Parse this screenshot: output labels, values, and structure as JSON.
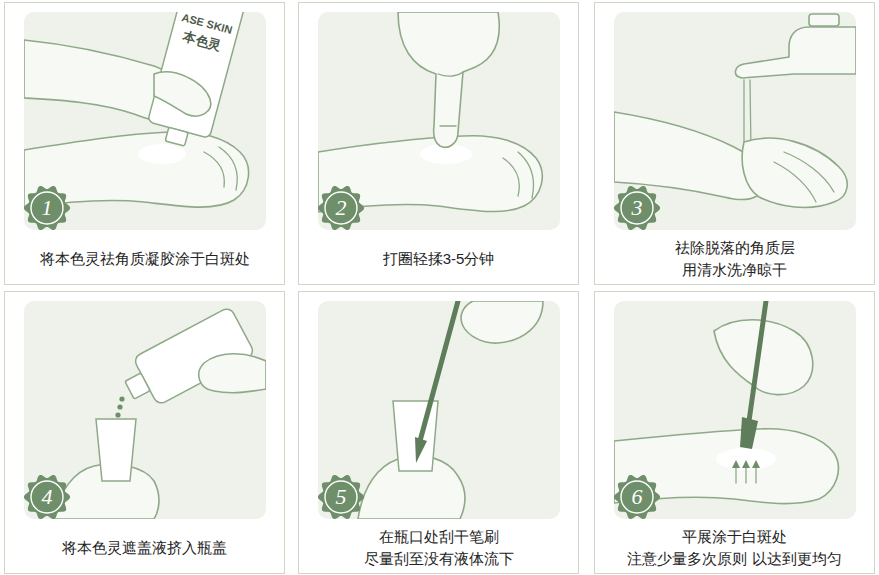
{
  "diagram": {
    "nodes": [
      {
        "text": [
          "将本色灵祛角质凝胶涂于白斑处"
        ]
      },
      {
        "text": [
          "1"
        ],
        "in": 0
      },
      {
        "text": [
          "打圈轻揉3-5分钟"
        ]
      },
      {
        "text": [
          "2"
        ],
        "in": 2
      },
      {
        "text": [
          "祛除脱落的角质层 用清水洗净晾干"
        ]
      },
      {
        "text": [
          "3"
        ],
        "in": 4
      },
      {
        "text": [
          "将本色灵遮盖液挤入瓶盖"
        ]
      },
      {
        "text": [
          "4"
        ],
        "in": 6
      },
      {
        "text": [
          "在瓶口处刮干笔刷 尽量刮至没有液体流下"
        ]
      },
      {
        "text": [
          "5"
        ],
        "in": 8
      },
      {
        "text": [
          "平展涂于白斑处 注意少量多次原则 以达到更均匀"
        ]
      },
      {
        "text": [
          "6"
        ],
        "in": 10
      }
    ],
    "labels": [
      "ASE SKIN",
      "本色灵"
    ]
  }
}
